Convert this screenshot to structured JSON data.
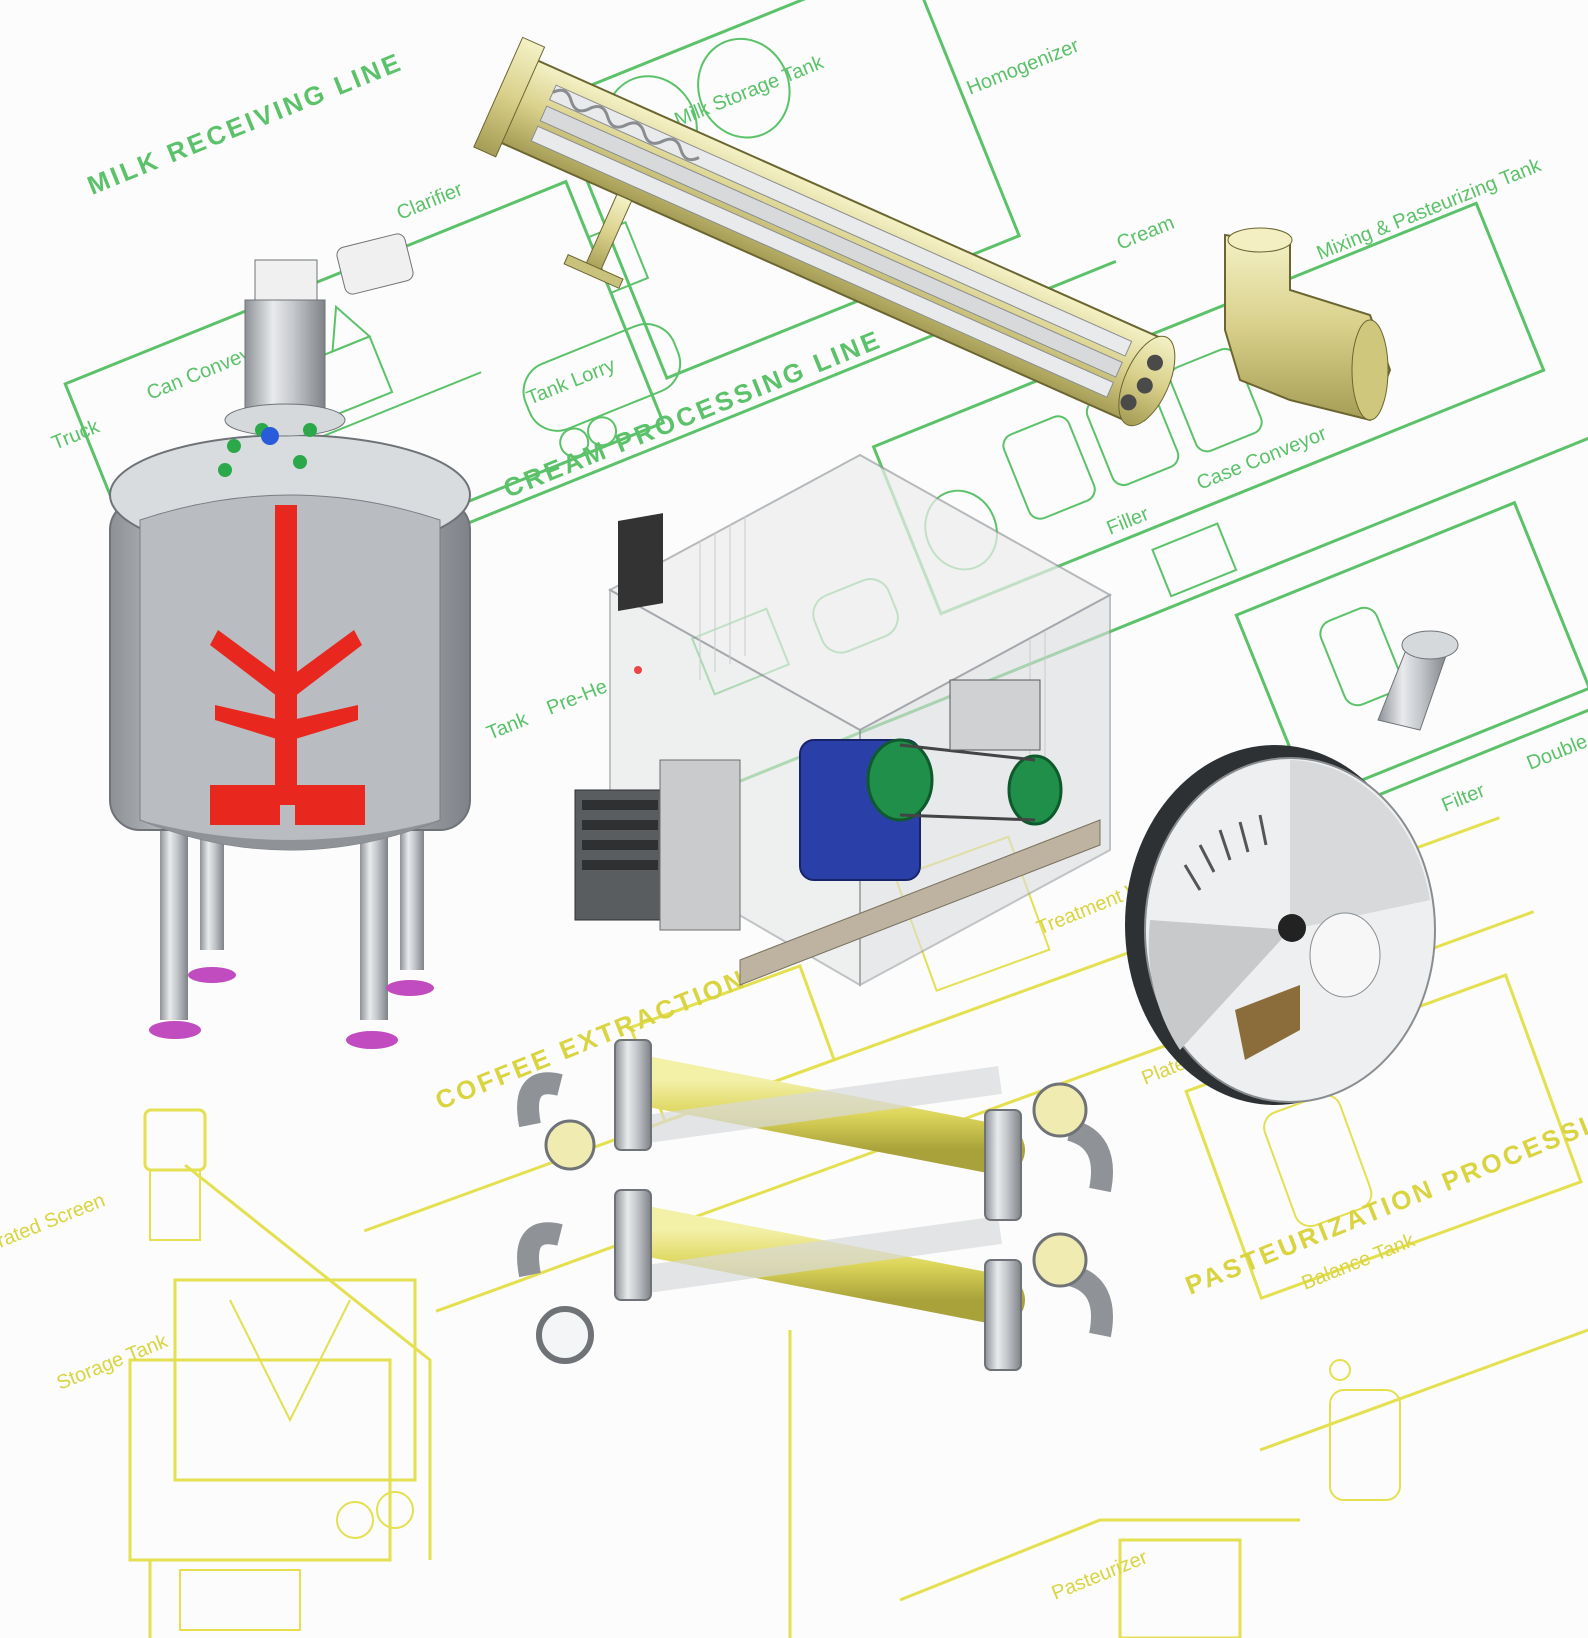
{
  "diagram": {
    "colors": {
      "milk_lines": "#5cc26a",
      "coffee_lines": "#e4e050",
      "steel": "#b9bcc0",
      "agitator": "#e8281e",
      "pump_blue": "#2b3fa8",
      "pulley_green": "#1f8f4a",
      "tube_yellow": "#e5e07a",
      "feet_magenta": "#c04cc0"
    },
    "process_lines": [
      {
        "label": "MILK RECEIVING LINE"
      },
      {
        "label": "CREAM PROCESSING LINE"
      },
      {
        "label": "COFFEE EXTRACTION"
      },
      {
        "label": "PASTEURIZATION PROCESSING LINE"
      }
    ],
    "station_labels": [
      {
        "text": "Homogenizer"
      },
      {
        "text": "Whole Milk Storage Tank"
      },
      {
        "text": "Clarifier"
      },
      {
        "text": "Truck"
      },
      {
        "text": "Can Conveyor"
      },
      {
        "text": "Tank Lorry"
      },
      {
        "text": "Mixing & Pasteurizing Tank"
      },
      {
        "text": "Cream"
      },
      {
        "text": "Filler"
      },
      {
        "text": "Case Conveyor"
      },
      {
        "text": "Tank"
      },
      {
        "text": "Pre-He"
      },
      {
        "text": "Filter"
      },
      {
        "text": "Double"
      },
      {
        "text": "Treatment Water Tank"
      },
      {
        "text": "Plate Cooler"
      },
      {
        "text": "Storage Tank"
      },
      {
        "text": "Balance Tank"
      },
      {
        "text": "Pasteurizer"
      },
      {
        "text": "trated Screen"
      }
    ],
    "equipment": [
      {
        "name": "mixing-tank"
      },
      {
        "name": "tube-heat-exchanger"
      },
      {
        "name": "homogenizer-unit"
      },
      {
        "name": "centrifugal-pump"
      },
      {
        "name": "tubular-heat-exchanger-assembly"
      }
    ]
  }
}
